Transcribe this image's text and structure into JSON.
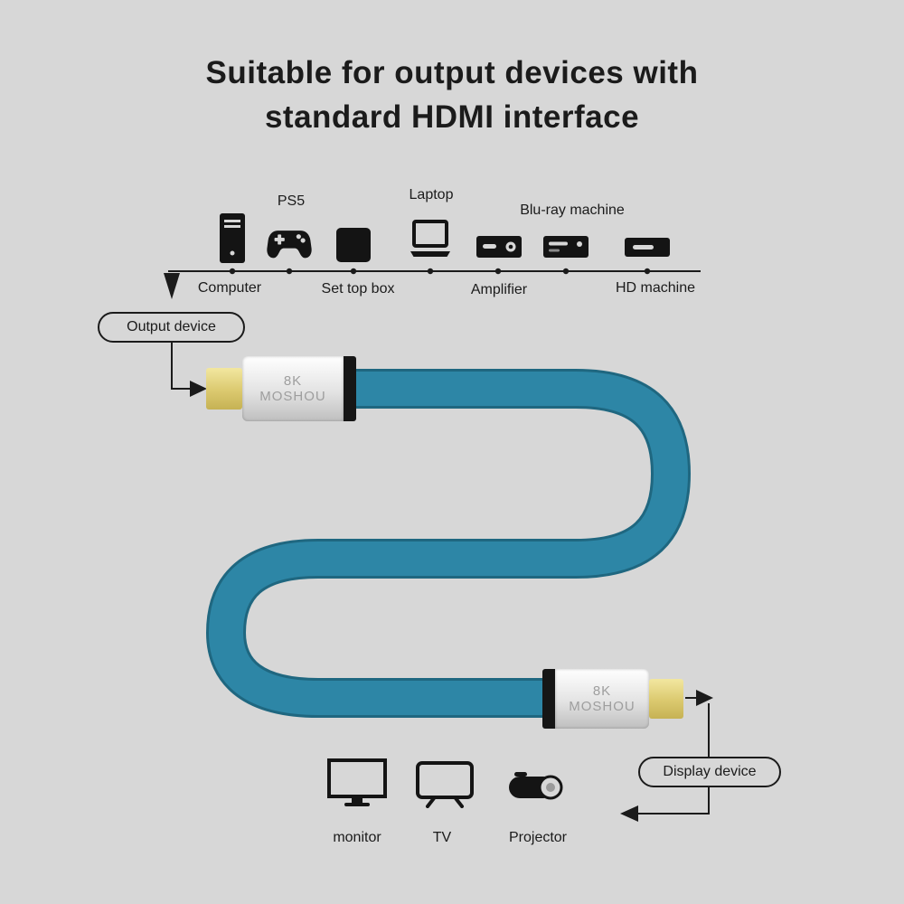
{
  "title": {
    "line1": "Suitable for output devices with",
    "line2": "standard HDMI interface"
  },
  "source_devices": {
    "ps5_label": "PS5",
    "laptop_label": "Laptop",
    "bluray_label": "Blu-ray machine",
    "computer_label": "Computer",
    "settop_label": "Set top box",
    "amplifier_label": "Amplifier",
    "hdmachine_label": "HD machine"
  },
  "callouts": {
    "output_device": "Output device",
    "display_device": "Display device"
  },
  "cable": {
    "brand_line1": "8K",
    "brand_line2": "MOSHOU"
  },
  "display_devices": {
    "monitor_label": "monitor",
    "tv_label": "TV",
    "projector_label": "Projector"
  },
  "colors": {
    "background": "#d7d7d7",
    "text": "#1b1b1b",
    "cable_teal": "#2d86a6",
    "cable_edge": "#1f6780",
    "connector_gold": "#dbc96f",
    "connector_metal": "#e3e3e3",
    "connector_band": "#161616",
    "brand_text": "#9e9e9e"
  }
}
